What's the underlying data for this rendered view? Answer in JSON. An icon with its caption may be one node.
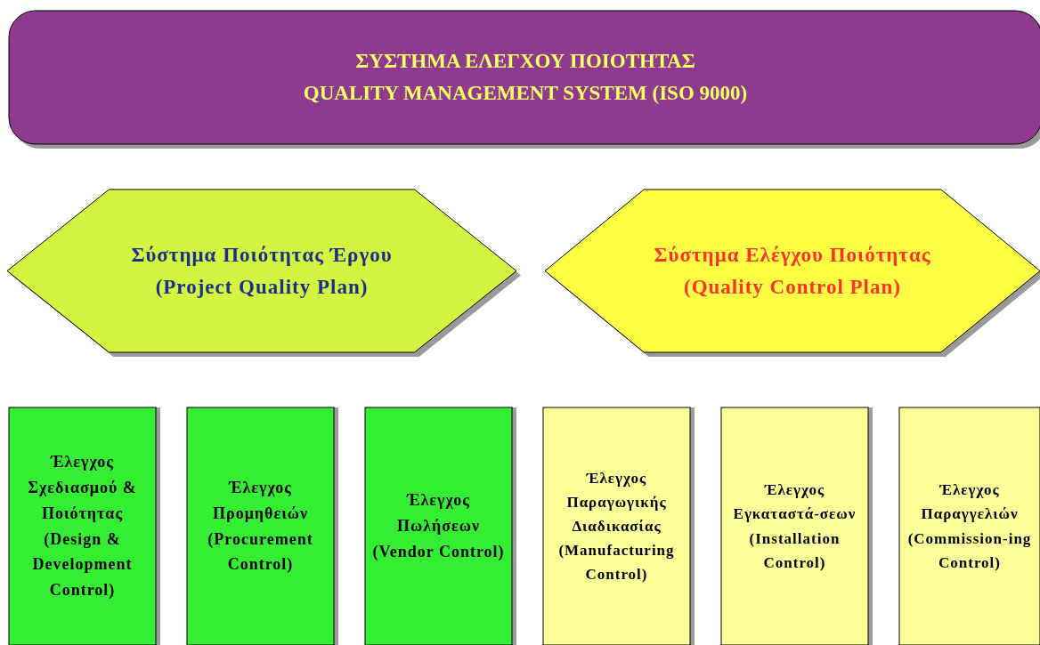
{
  "diagram": {
    "nodes": [
      {
        "text": [
          "ΣΥΣΤΗΜΑ ΕΛΕΓΧΟΥ ΠΟΙΟΤΗΤΑΣ",
          "QUALITY MANAGEMENT SYSTEM (ISO 9000)"
        ]
      },
      {
        "text": [
          "Σύστημα Ποιότητας Έργου",
          "(Project Quality Plan)"
        ]
      },
      {
        "text": [
          "Σύστημα Ελέγχου Ποιότητας",
          "(Quality Control Plan)"
        ]
      },
      {
        "text": [
          "Έλεγχος Σχεδιασμού & Ποιότητας",
          "(Design & Development Control)"
        ]
      },
      {
        "text": [
          "Έλεγχος Προμηθειών",
          "(Procurement Control)"
        ]
      },
      {
        "text": [
          "Έλεγχος Πωλήσεων",
          "(Vendor Control)"
        ]
      },
      {
        "text": [
          "Έλεγχος Παραγωγικής Διαδικασίας",
          "(Manufacturing Control)"
        ]
      },
      {
        "text": [
          "Έλεγχος Εγκαταστά-σεων",
          "(Installation Control)"
        ]
      },
      {
        "text": [
          "Έλεγχος Παραγγελιών",
          "(Commission-ing Control)"
        ]
      }
    ],
    "edges": []
  }
}
